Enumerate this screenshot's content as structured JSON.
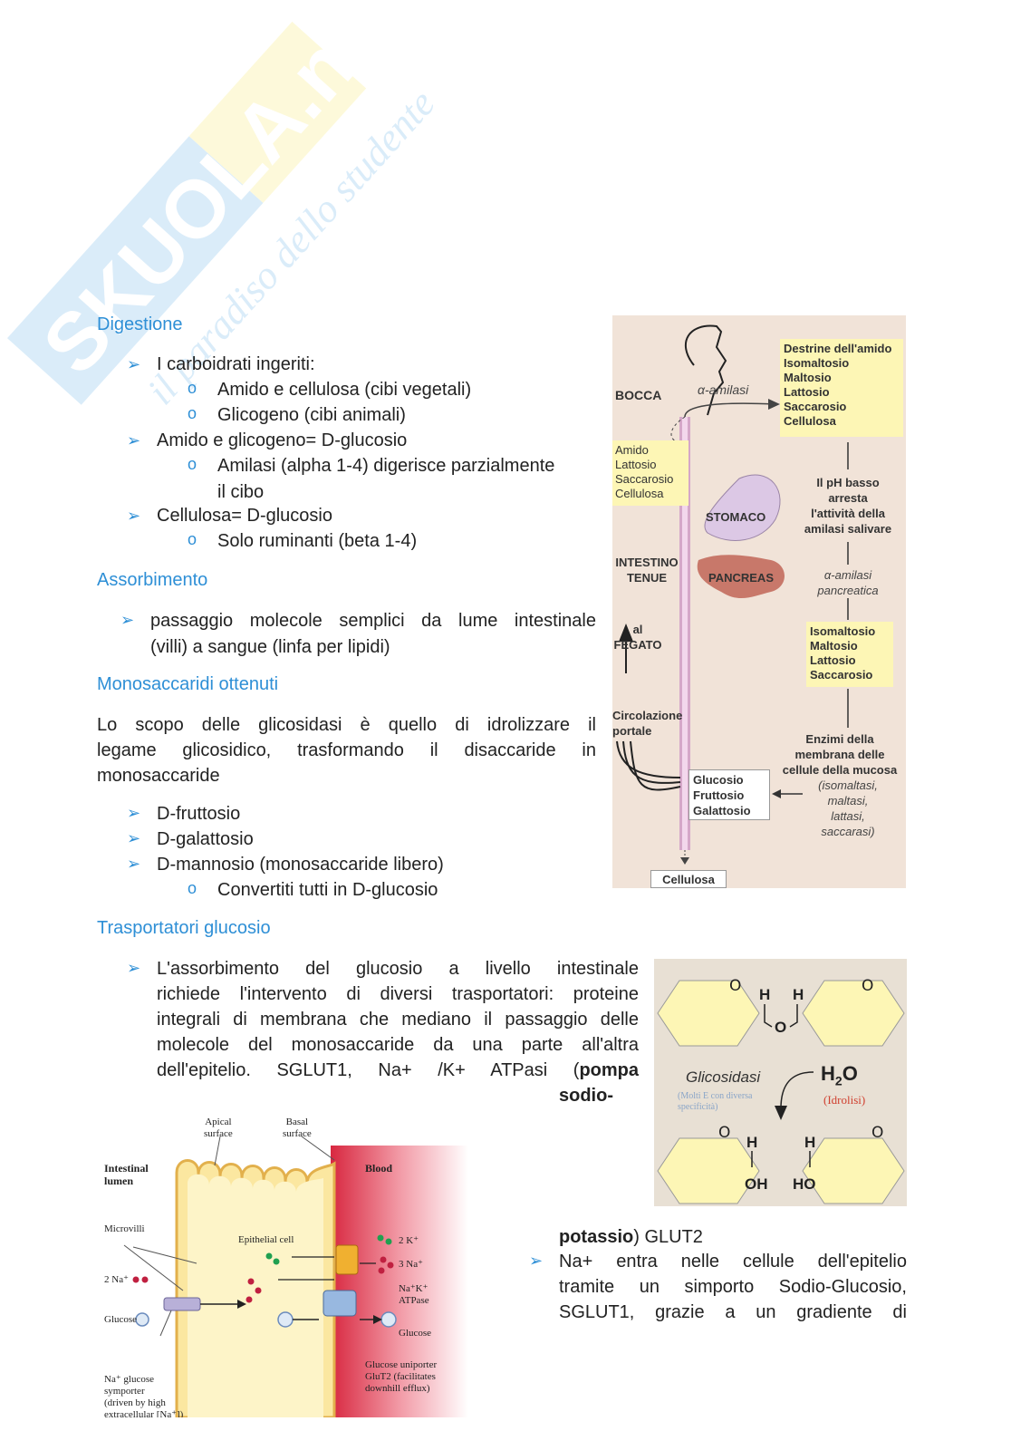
{
  "watermark": {
    "brand": "SKUOLA.net",
    "tagline": "il paradiso dello studente"
  },
  "sections": {
    "digestione": {
      "title": "Digestione",
      "items": [
        "I carboidrati ingeriti:",
        "Amido e cellulosa (cibi vegetali)",
        "Glicogeno (cibi animali)",
        "Amido e glicogeno= D-glucosio",
        "Amilasi (alpha 1-4) digerisce parzialmente",
        "il cibo",
        "Cellulosa= D-glucosio",
        "Solo ruminanti (beta 1-4)"
      ]
    },
    "assorbimento": {
      "title": "Assorbimento",
      "line1": "passaggio molecole semplici da lume intestinale",
      "line2": "(villi) a sangue (linfa per lipidi)"
    },
    "monosaccaridi": {
      "title": "Monosaccaridi ottenuti",
      "paragraph_lines": [
        "Lo scopo delle glicosidasi è quello di idrolizzare il",
        "legame glicosidico, trasformando il disaccaride in",
        "monosaccaride"
      ],
      "items": [
        "D-fruttosio",
        "D-galattosio",
        "D-mannosio (monosaccaride libero)",
        "Convertiti tutti in D-glucosio"
      ]
    },
    "trasportatori": {
      "title": "Trasportatori glucosio",
      "lines": [
        "L'assorbimento del glucosio a livello intestinale",
        "richiede l'intervento di diversi trasportatori: proteine",
        "integrali di membrana che mediano il passaggio delle",
        "molecole del monosaccaride da una parte all'altra"
      ],
      "last_line_plain": "dell'epitelio. SGLUT1, Na+ /K+ ATPasi (",
      "bold_pompa": "pompa",
      "bold_sodio": "sodio-",
      "bold_potassio": "potassio",
      "after_potassio": ") GLUT2",
      "na_lines": [
        "Na+ entra nelle cellule dell'epitelio",
        "tramite un simporto Sodio-Glucosio,",
        "SGLUT1, grazie a un gradiente di"
      ]
    }
  },
  "digestion_figure": {
    "bocca": "BOCCA",
    "amilasi": "α-amilasi",
    "top_box": [
      "Destrine dell'amido",
      "Isomaltosio",
      "Maltosio",
      "Lattosio",
      "Saccarosio",
      "Cellulosa"
    ],
    "left_box": [
      "Amido",
      "Lattosio",
      "Saccarosio",
      "Cellulosa"
    ],
    "ph_text": [
      "Il pH basso",
      "arresta",
      "l'attività della",
      "amilasi salivare"
    ],
    "stomaco": "STOMACO",
    "intestino": [
      "INTESTINO",
      "TENUE"
    ],
    "pancreas": "PANCREAS",
    "amilasi_panc": [
      "α-amilasi",
      "pancreatica"
    ],
    "mid_box": [
      "Isomaltosio",
      "Maltosio",
      "Lattosio",
      "Saccarosio"
    ],
    "fegato": [
      "al",
      "FEGATO"
    ],
    "circolazione": [
      "Circolazione",
      "portale"
    ],
    "enzimi": [
      "Enzimi della",
      "membrana delle",
      "cellule della mucosa"
    ],
    "enzimi_list": [
      "(isomaltasi,",
      "maltasi,",
      "lattasi,",
      "saccarasi)"
    ],
    "products": [
      "Glucosio",
      "Fruttosio",
      "Galattosio"
    ],
    "cellulosa": "Cellulosa"
  },
  "glycosidase_figure": {
    "o": "O",
    "h": "H",
    "oh": "OH",
    "ho": "HO",
    "glicosidasi": "Glicosidasi",
    "note": "(Molti E con diversa specificità)",
    "h2o_main": "H",
    "h2o_sub": "2",
    "h2o_end": "O",
    "idrolisi": "(Idrolisi)"
  },
  "transport_figure": {
    "apical": [
      "Apical",
      "surface"
    ],
    "basal": [
      "Basal",
      "surface"
    ],
    "lumen": [
      "Intestinal",
      "lumen"
    ],
    "blood": "Blood",
    "microvilli": "Microvilli",
    "epithelial": "Epithelial cell",
    "na_left": "2 Na⁺",
    "k": "2 K⁺",
    "na_right": "3 Na⁺",
    "atpase": [
      "Na⁺K⁺",
      "ATPase"
    ],
    "glucose_left": "Glucose",
    "glucose_right": "Glucose",
    "uniporter": [
      "Glucose uniporter",
      "GluT2 (facilitates",
      "downhill efflux)"
    ],
    "symporter": [
      "Na⁺ glucose",
      "symporter",
      "(driven by high",
      "extracellular [Na⁺])"
    ]
  }
}
